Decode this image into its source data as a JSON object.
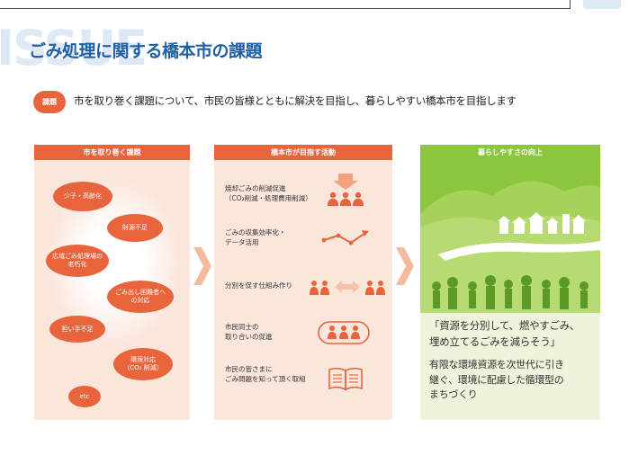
{
  "header": {
    "watermark": "ISSUE",
    "title": "ごみ処理に関する橋本市の課題"
  },
  "lead": {
    "badge": "課題",
    "text": "市を取り巻く課題について、市民の皆様とともに解決を目指し、暮らしやすい橋本市を目指します"
  },
  "columns": {
    "issues": {
      "heading": "市を取り巻く課題",
      "bubbles": [
        "少子・高齢化",
        "財源不足",
        "広域ごみ処理場の\n老朽化",
        "ごみ出し困難者へ\nの対応",
        "担い手不足",
        "環境対応\n（CO₂ 削減）",
        "etc"
      ]
    },
    "activities": {
      "heading": "橋本市が目指す活動",
      "items": [
        {
          "label": "焼却ごみの削減促進\n（CO₂削減・処理費用削減）",
          "icon": "people-reduction-icon"
        },
        {
          "label": "ごみの収集効率化・\nデータ活用",
          "icon": "line-graph-icon"
        },
        {
          "label": "分別を促す仕組み作り",
          "icon": "exchange-icon"
        },
        {
          "label": "市民同士の\n取り合いの促進",
          "icon": "community-icon"
        },
        {
          "label": "市民の皆さまに\nごみ問題を知って頂く取組",
          "icon": "book-icon"
        }
      ]
    },
    "outcome": {
      "heading": "暮らしやすさの向上",
      "slogan": "「資源を分別して、燃やすごみ、\n埋め立てるごみを減らそう」",
      "description": "有限な環境資源を次世代に引き\n継ぐ、環境に配慮した循環型の\nまちづくり"
    }
  },
  "colors": {
    "accent": "#e8643c",
    "green": "#8cc63f",
    "title_blue": "#1f5fa6",
    "panel_peach": "#fbe6dc"
  }
}
